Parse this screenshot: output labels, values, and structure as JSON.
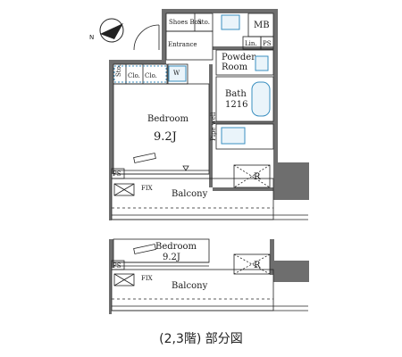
{
  "labels": {
    "mb": "MB",
    "shoes_box": "Shoes Box",
    "sto_top": "Sto.",
    "entrance": "Entrance",
    "lin": "Lin.",
    "ps_top": "PS",
    "powder_room_1": "Powder",
    "powder_room_2": "Room",
    "sto_left": "Sto.",
    "clo_1": "Clo.",
    "clo_2": "Clo.",
    "wm": "W",
    "bath_1": "Bath",
    "bath_2": "1216",
    "bedroom": "Bedroom",
    "bedroom_size": "9.2J",
    "pipe_well": "Pipe well",
    "ps_left": "PS",
    "fix": "FIX",
    "balcony": "Balcony",
    "r": "R",
    "bedroom_lower": "Bedroom",
    "bedroom_lower_size": "9.2J",
    "ps_lower": "PS",
    "fix_lower": "FIX",
    "balcony_lower": "Balcony",
    "r_lower": "R",
    "north": "N"
  },
  "caption": "(2,3階) 部分図",
  "colors": {
    "wall": "#6e6e6e",
    "line": "#222222",
    "fixture_blue": "#3a8fc0",
    "fixture_fill": "#eaf4fa"
  }
}
